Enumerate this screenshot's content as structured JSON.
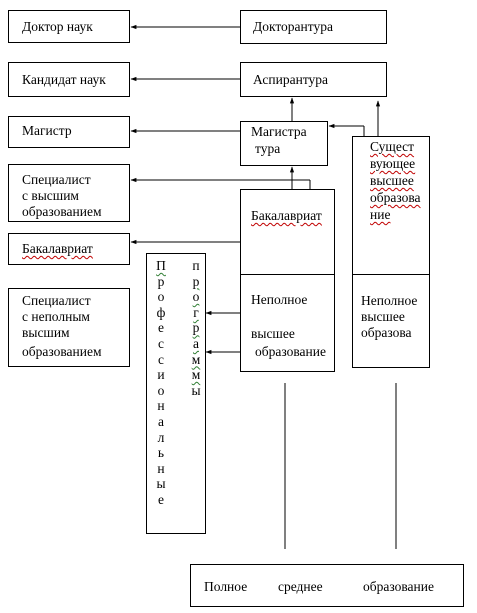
{
  "boxes": {
    "doctor_of_sciences": "Доктор наук",
    "doctorate": "Докторантура",
    "candidate_of_sciences": "Кандидат наук",
    "postgraduate": "Аспирантура",
    "master": "Магистр",
    "magistracy_line1": "Магистра",
    "magistracy_line2": "тура",
    "specialist_higher_line1": "Специалист",
    "specialist_higher_line2": "с высшим",
    "specialist_higher_line3": "образованием",
    "bachelor": "Бакалавриат",
    "specialist_incomplete_line1": "Специалист",
    "specialist_incomplete_line2": "с неполным",
    "specialist_incomplete_line3": "высшим",
    "specialist_incomplete_line4": "образованием",
    "bachelor_program": "Бакалавриат",
    "incomplete_higher_line1": "Неполное",
    "incomplete_higher_line2": "высшее",
    "incomplete_higher_line3": "образование",
    "existing_higher_line1": "Сущест",
    "existing_higher_line2": "вующее",
    "existing_higher_line3": "высшее",
    "existing_higher_line4": "образова",
    "existing_higher_line5": "ние",
    "existing_incomplete_line1": "Неполное",
    "existing_incomplete_line2": "высшее",
    "existing_incomplete_line3": "образова",
    "full_secondary_word1": "Полное",
    "full_secondary_word2": "среднее",
    "full_secondary_word3": "образование"
  },
  "vertical_column": {
    "left_letters": [
      "П",
      "р",
      "о",
      "ф",
      "е",
      "с",
      "с",
      "и",
      "о",
      "н",
      "а",
      "л",
      "ь",
      "н",
      "ы",
      "е"
    ],
    "right_letters": [
      "п",
      "р",
      "о",
      "г",
      "р",
      "а",
      "м",
      "м",
      "ы"
    ]
  }
}
